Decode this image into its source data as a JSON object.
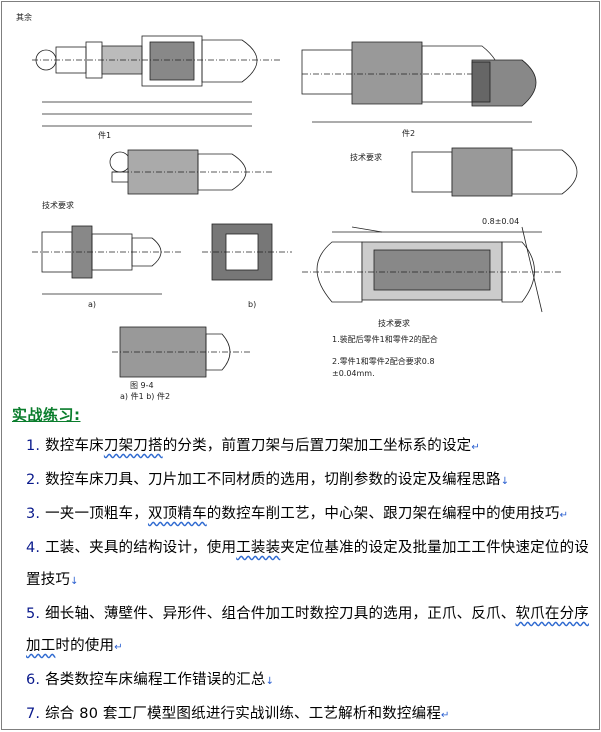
{
  "drawings": {
    "labels": {
      "part_a": "件1",
      "parts_b": "件2",
      "tech_1": "技术要求",
      "tech_2": "技术要求",
      "tech_3": "技术要求",
      "fig_caption": "图 9-4",
      "fig_sub": "a) 件1  b) 件2",
      "dim_1": "0.8±0.04",
      "other_1": "其余",
      "sub_a": "a)",
      "sub_b": "b)",
      "tech_note_1": "1.装配后零件1和零件2的配合",
      "tech_note_2": "2.零件1和零件2配合要求0.8",
      "tech_note_3": "±0.04mm."
    }
  },
  "section": {
    "title": "实战练习:"
  },
  "items": [
    {
      "num": "1.",
      "pre": "数控车床",
      "wavy": "刀架刀搭",
      "post": "的分类，前置刀架与后置刀架加工坐标系的设定"
    },
    {
      "num": "2.",
      "text": "数控车床刀具、刀片加工不同材质的选用，切削参数的设定及编程思路"
    },
    {
      "num": "3.",
      "pre": "一夹一顶粗车，",
      "wavy": "双顶精车",
      "post": "的数控车削工艺，中心架、跟刀架在编程中的使用技巧"
    },
    {
      "num": "4.",
      "pre": "工装、夹具的结构设计，使用",
      "wavy": "工装装",
      "post": "夹定位基准的设定及批量加工工件快速定位的设置技巧"
    },
    {
      "num": "5.",
      "pre": "细长轴、薄壁件、异形件、组合件加工时数控刀具的选用，正爪、反爪、",
      "wavy": "软爪在分序加工",
      "post": "时的使用"
    },
    {
      "num": "6.",
      "text": "各类数控车床编程工作错误的汇总"
    },
    {
      "num": "7.",
      "pre": "综合 80 套工厂模型图纸进行实战训练、工艺解析和数控编程"
    }
  ]
}
